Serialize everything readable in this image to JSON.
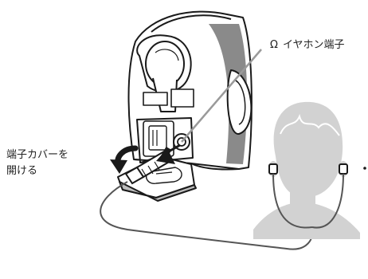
{
  "labels": {
    "headphone_jack_symbol": "Ω",
    "headphone_jack": "イヤホン端子",
    "cover_line1": "端子カバーを",
    "cover_line2": "開ける"
  },
  "colors": {
    "outline": "#1a1a1a",
    "body_fill": "#ffffff",
    "shadow_fill": "#8a8a8a",
    "head_fill": "#d2d2d2",
    "cable": "#555555",
    "leader_line": "#9a9a9a"
  },
  "icons": {
    "headphone_symbol": "headphone-icon",
    "open_arrow": "curved-arrow-icon",
    "push_arrow": "down-arrow-icon"
  }
}
